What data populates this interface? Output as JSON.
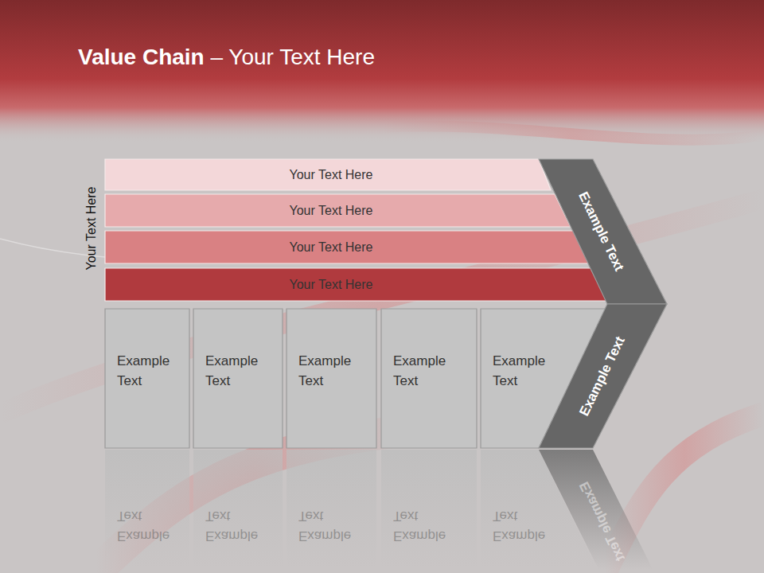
{
  "diagram": {
    "title": "Value Chain – Your Text Here",
    "nodes": [
      {
        "text": [
          "Your Text Here"
        ]
      },
      {
        "text": [
          "Your Text Here"
        ]
      },
      {
        "text": [
          "Your Text Here"
        ]
      },
      {
        "text": [
          "Your Text Here"
        ]
      },
      {
        "text": [
          "Example Text"
        ]
      },
      {
        "text": [
          "Example Text"
        ]
      },
      {
        "text": [
          "Example Text"
        ]
      },
      {
        "text": [
          "Example Text"
        ]
      },
      {
        "text": [
          "Example Text"
        ]
      },
      {
        "text": [
          "Example Text"
        ]
      },
      {
        "text": [
          "Example Text"
        ]
      }
    ],
    "labels": [
      "Your Text Here",
      "Example Text",
      "Example Text",
      "Example Text",
      "Example Text",
      "Example Text",
      "Example Text"
    ]
  }
}
